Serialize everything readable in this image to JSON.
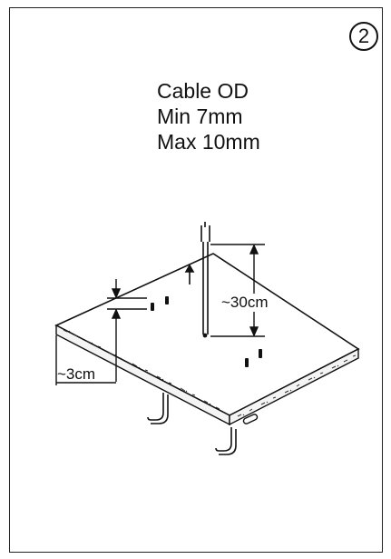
{
  "step": {
    "number": "2"
  },
  "spec": {
    "title": "Cable OD",
    "min": "Min 7mm",
    "max": "Max 10mm"
  },
  "dimensions": {
    "height_label": "~30cm",
    "offset_label": "~3cm"
  },
  "colors": {
    "ink": "#111111",
    "paper": "#ffffff"
  }
}
